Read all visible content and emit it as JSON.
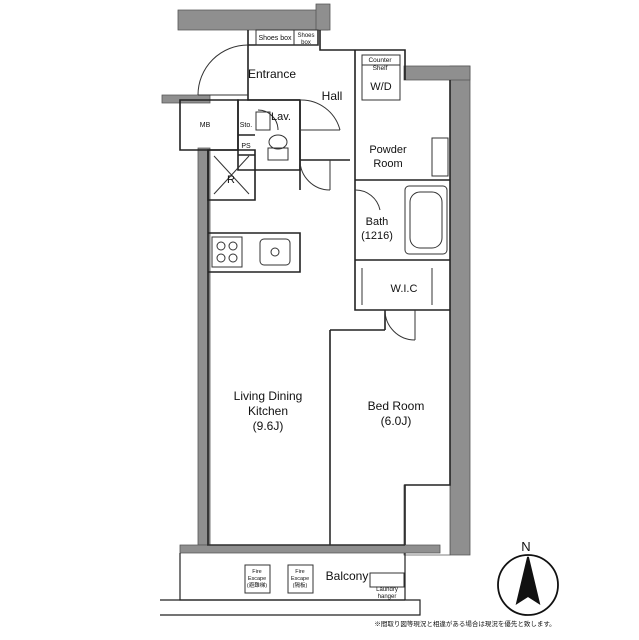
{
  "floorplan": {
    "rooms": {
      "entrance": "Entrance",
      "hall": "Hall",
      "lav": "Lav.",
      "sto": "Sto.",
      "ps": "PS",
      "mb": "MB",
      "r": "R",
      "shoes_box_1": "Shoes box",
      "shoes_box_2_line1": "Shoes",
      "shoes_box_2_line2": "box",
      "counter_shelf_line1": "Counter",
      "counter_shelf_line2": "Shelf",
      "wd": "W/D",
      "powder_room_line1": "Powder",
      "powder_room_line2": "Room",
      "bath_line1": "Bath",
      "bath_line2": "(1216)",
      "wic": "W.I.C",
      "ldk_line1": "Living Dining",
      "ldk_line2": "Kitchen",
      "ldk_line3": "(9.6J)",
      "bedroom_line1": "Bed Room",
      "bedroom_line2": "(6.0J)",
      "balcony": "Balcony",
      "fire_escape_1_line1": "Fire",
      "fire_escape_1_line2": "Escape",
      "fire_escape_1_line3": "(避難梯)",
      "fire_escape_2_line1": "Fire",
      "fire_escape_2_line2": "Escape",
      "fire_escape_2_line3": "(隔板)",
      "laundry_line1": "Laundry",
      "laundry_line2": "hanger"
    },
    "compass": "N",
    "footnote": "※間取り図等現況と相違がある場合は現況を優先と致します。",
    "colors": {
      "wall": "#8a8a8a",
      "line": "#222222",
      "fill": "#ffffff"
    }
  }
}
